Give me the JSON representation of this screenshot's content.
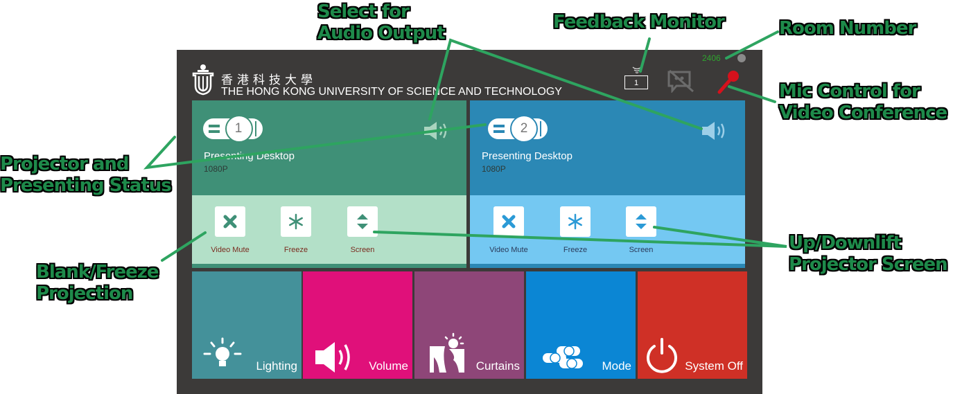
{
  "header": {
    "university_cn": "香港科技大學",
    "university_en": "THE HONG KONG UNIVERSITY OF SCIENCE AND TECHNOLOGY",
    "room_number": "2406",
    "feedback_monitor_value": "1"
  },
  "projectors": [
    {
      "number": "1",
      "status": "Presenting Desktop",
      "resolution": "1080P",
      "controls": [
        {
          "label": "Video Mute",
          "icon": "video-mute-icon"
        },
        {
          "label": "Freeze",
          "icon": "snowflake-icon"
        },
        {
          "label": "Screen",
          "icon": "up-down-arrows-icon"
        }
      ]
    },
    {
      "number": "2",
      "status": "Presenting Desktop",
      "resolution": "1080P",
      "controls": [
        {
          "label": "Video Mute",
          "icon": "video-mute-icon"
        },
        {
          "label": "Freeze",
          "icon": "snowflake-icon"
        },
        {
          "label": "Screen",
          "icon": "up-down-arrows-icon"
        }
      ]
    }
  ],
  "tiles": [
    {
      "label": "Lighting",
      "icon": "light-bulb-icon",
      "color": "#44919a"
    },
    {
      "label": "Volume",
      "icon": "speaker-icon",
      "color": "#e0107a"
    },
    {
      "label": "Curtains",
      "icon": "curtains-icon",
      "color": "#8e4678"
    },
    {
      "label": "Mode",
      "icon": "projectors-mode-icon",
      "color": "#0b86d4"
    },
    {
      "label": "System Off",
      "icon": "power-icon",
      "color": "#cf3026"
    }
  ],
  "annotations": {
    "select_audio": [
      "Select for",
      "Audio Output"
    ],
    "feedback_monitor": [
      "Feedback Monitor"
    ],
    "room_number": [
      "Room Number"
    ],
    "mic_control": [
      "Mic Control for",
      "Video Conference"
    ],
    "projector_status": [
      "Projector and",
      "Presenting Status"
    ],
    "blank_freeze": [
      "Blank/Freeze",
      "Projection"
    ],
    "screen_lift": [
      "Up/Downlift",
      "Projector Screen"
    ]
  },
  "colors": {
    "panel_bg": "#3c3a39",
    "proj1_top": "#3f9077",
    "proj1_bottom": "#b3e0c8",
    "proj2_top": "#2b88b5",
    "proj2_bottom": "#74c8f2",
    "callout_text": "#1e8a4a",
    "leader_line": "#2ea460"
  }
}
